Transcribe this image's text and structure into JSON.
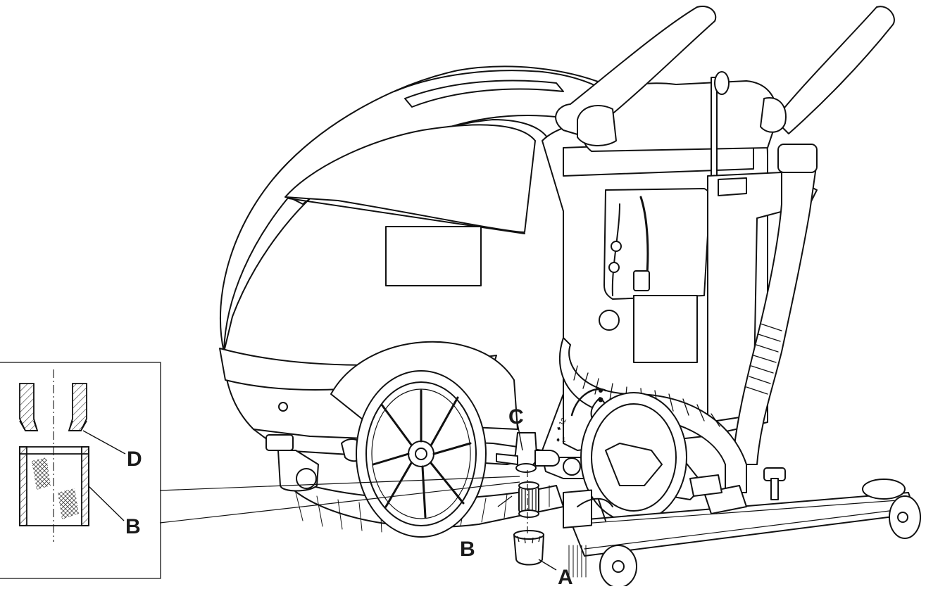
{
  "callouts": {
    "c": "C",
    "d": "D",
    "b_inset": "B",
    "b": "B",
    "a": "A"
  },
  "colors": {
    "ink": "#1a1a1a",
    "paper": "#ffffff",
    "hatch": "#333333"
  }
}
